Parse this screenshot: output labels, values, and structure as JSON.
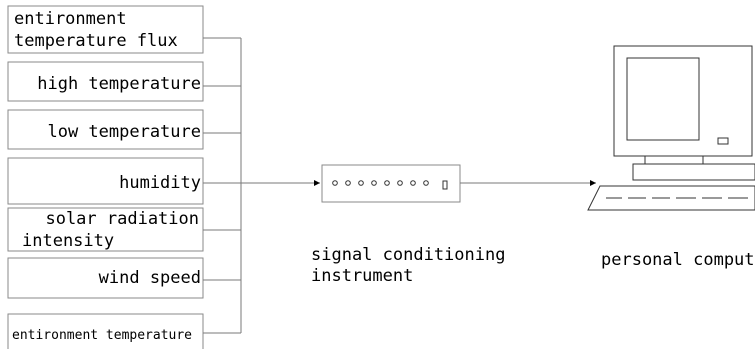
{
  "sensors": [
    {
      "lines": [
        "entironment",
        "temperature flux"
      ]
    },
    {
      "lines": [
        "high temperature"
      ]
    },
    {
      "lines": [
        "low temperature"
      ]
    },
    {
      "lines": [
        "humidity"
      ]
    },
    {
      "lines": [
        "solar radiation",
        "intensity"
      ]
    },
    {
      "lines": [
        "wind speed"
      ]
    },
    {
      "lines": [
        "entironment temperature"
      ]
    }
  ],
  "instrument": {
    "label_line1": "signal conditioning",
    "label_line2": "instrument"
  },
  "computer": {
    "label": "personal computer"
  }
}
